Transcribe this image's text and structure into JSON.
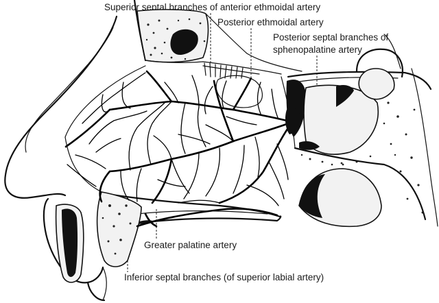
{
  "labels": {
    "superior_septal": "Superior septal branches of anterior ethmoidal artery",
    "posterior_ethmoidal": "Posterior ethmoidal artery",
    "posterior_septal_1": "Posterior septal branches of",
    "posterior_septal_2": "sphenopalatine artery",
    "greater_palatine": "Greater palatine artery",
    "inferior_septal": "Inferior septal branches (of superior labial artery)"
  }
}
